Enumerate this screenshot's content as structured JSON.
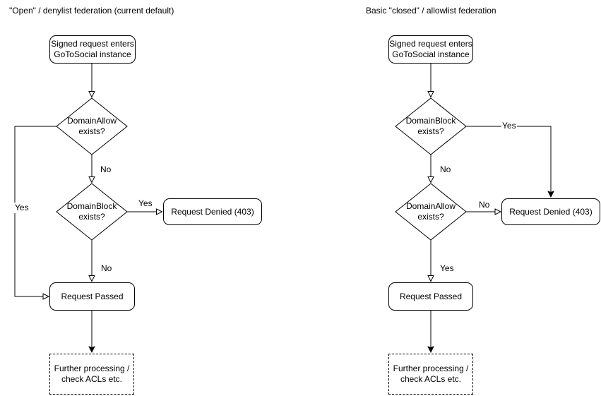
{
  "colors": {
    "stroke": "#000000",
    "text": "#000000",
    "background": "#ffffff",
    "node_fill": "#ffffff"
  },
  "left_chart": {
    "title": "\"Open\" / denylist federation (current default)",
    "nodes": {
      "start": "Signed request enters\nGoToSocial instance",
      "decision1": "DomainAllow\nexists?",
      "decision2": "DomainBlock\nexists?",
      "denied": "Request Denied (403)",
      "passed": "Request Passed",
      "further": "Further processing /\ncheck ACLs etc."
    },
    "edge_labels": {
      "decision1_no": "No",
      "decision1_yes": "Yes",
      "decision2_yes": "Yes",
      "decision2_no": "No"
    }
  },
  "right_chart": {
    "title": "Basic \"closed\" / allowlist federation",
    "nodes": {
      "start": "Signed request enters\nGoToSocial instance",
      "decision1": "DomainBlock\nexists?",
      "decision2": "DomainAllow\nexists?",
      "denied": "Request Denied (403)",
      "passed": "Request Passed",
      "further": "Further processing /\ncheck ACLs etc."
    },
    "edge_labels": {
      "decision1_yes": "Yes",
      "decision1_no": "No",
      "decision2_no": "No",
      "decision2_yes": "Yes"
    }
  }
}
